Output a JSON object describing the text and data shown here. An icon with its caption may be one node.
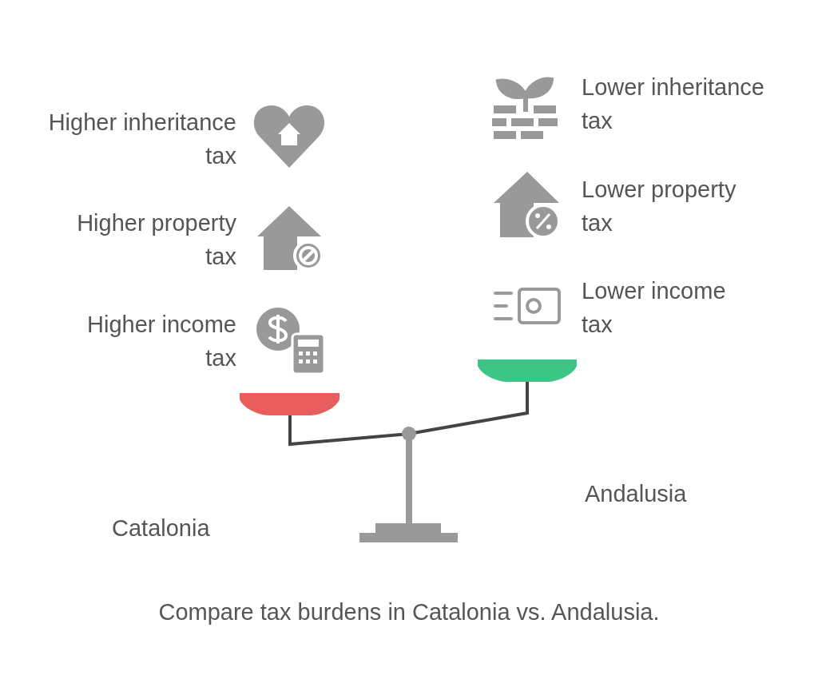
{
  "diagram": {
    "caption": "Compare tax burdens in Catalonia vs. Andalusia.",
    "labels": [
      "Higher inheritance tax",
      "Lower inheritance tax",
      "Higher property tax",
      "Lower property tax",
      "Higher income tax",
      "Lower income tax",
      "Andalusia",
      "Catalonia"
    ]
  }
}
